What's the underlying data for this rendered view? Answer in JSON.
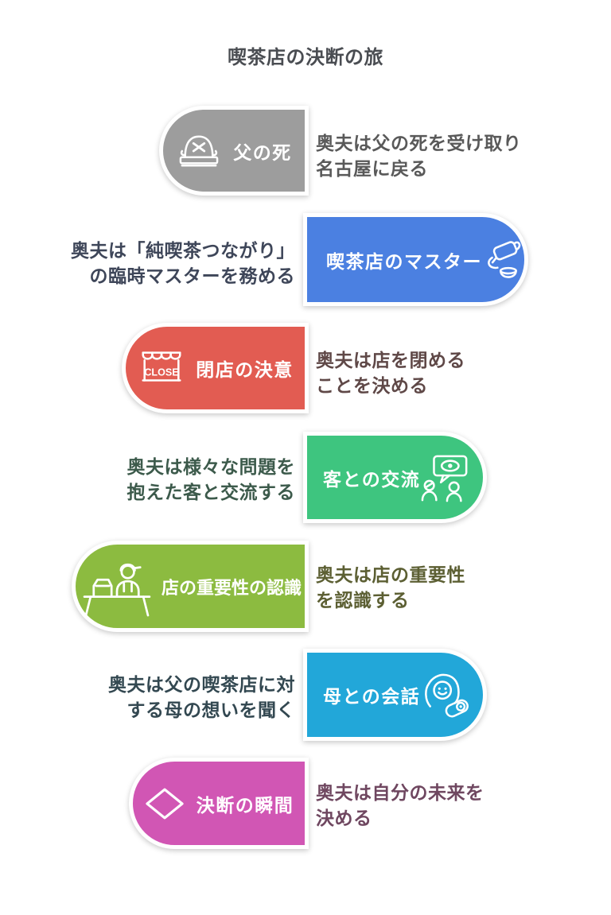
{
  "title": "喫茶店の決断の旅",
  "nodes": [
    {
      "id": "father-death",
      "label": "父の死",
      "icon": "pirate-hat-icon",
      "side": "left",
      "color": "#9d9d9d",
      "text_color": "#595959",
      "description": "奥夫は父の死を受け取り\n名古屋に戻る"
    },
    {
      "id": "cafe-master",
      "label": "喫茶店のマスター",
      "icon": "teapot-cup-icon",
      "side": "right",
      "color": "#4b80e1",
      "text_color": "#3e4659",
      "description": "奥夫は「純喫茶つながり」\nの臨時マスターを務める"
    },
    {
      "id": "closing-resolve",
      "label": "閉店の決意",
      "icon": "storefront-close-icon",
      "icon_text": "CLOSE",
      "side": "left",
      "color": "#e25c52",
      "text_color": "#5f4847",
      "description": "奥夫は店を閉める\nことを決める"
    },
    {
      "id": "customer-interaction",
      "label": "客との交流",
      "icon": "chat-eye-people-icon",
      "side": "right",
      "color": "#3ec57f",
      "text_color": "#3c5a4b",
      "description": "奥夫は様々な問題を\n抱えた客と交流する"
    },
    {
      "id": "shop-importance",
      "label": "店の重要性の認識",
      "icon": "cashier-counter-icon",
      "side": "left",
      "color": "#8cbb40",
      "text_color": "#5c5f33",
      "description": "奥夫は店の重要性\nを認識する"
    },
    {
      "id": "mother-conversation",
      "label": "母との会話",
      "icon": "mother-face-icon",
      "side": "right",
      "color": "#22a7d9",
      "text_color": "#334851",
      "description": "奥夫は父の喫茶店に対\nする母の想いを聞く"
    },
    {
      "id": "decision-moment",
      "label": "決断の瞬間",
      "icon": "diamond-icon",
      "side": "left",
      "color": "#d156b4",
      "text_color": "#6f4760",
      "description": "奥夫は自分の未来を\n決める"
    }
  ]
}
